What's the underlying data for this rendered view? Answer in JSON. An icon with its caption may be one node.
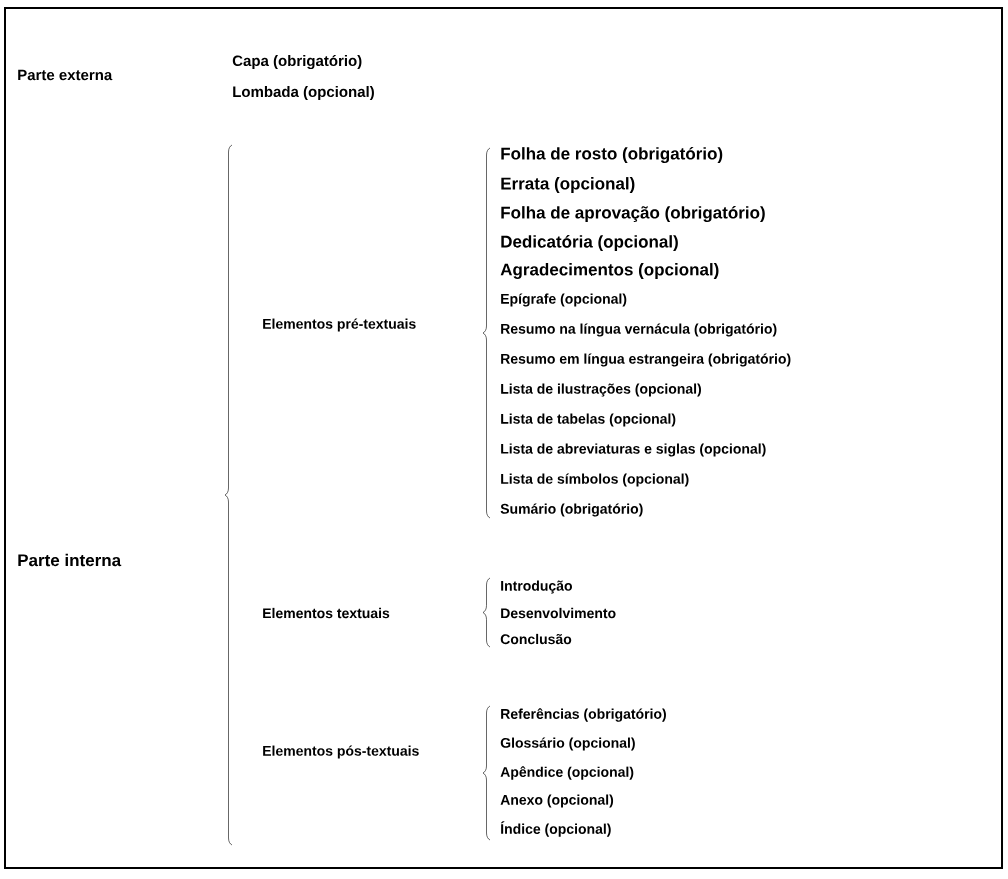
{
  "diagram": {
    "labels": [
      "Parte externa",
      "Capa (obrigatório)",
      "Lombada (opcional)",
      "Parte interna",
      "Elementos pré-textuais",
      "Folha de rosto (obrigatório)",
      "Errata (opcional)",
      "Folha de aprovação (obrigatório)",
      "Dedicatória (opcional)",
      "Agradecimentos (opcional)",
      "Epígrafe (opcional)",
      "Resumo na língua vernácula (obrigatório)",
      "Resumo em língua estrangeira (obrigatório)",
      "Lista de ilustrações (opcional)",
      "Lista de tabelas (opcional)",
      "Lista de abreviaturas e siglas (opcional)",
      "Lista de símbolos (opcional)",
      "Sumário (obrigatório)",
      "Elementos textuais",
      "Introdução",
      "Desenvolvimento",
      "Conclusão",
      "Elementos pós-textuais",
      "Referências (obrigatório)",
      "Glossário (opcional)",
      "Apêndice (opcional)",
      "Anexo (opcional)",
      "Índice (opcional)"
    ]
  }
}
